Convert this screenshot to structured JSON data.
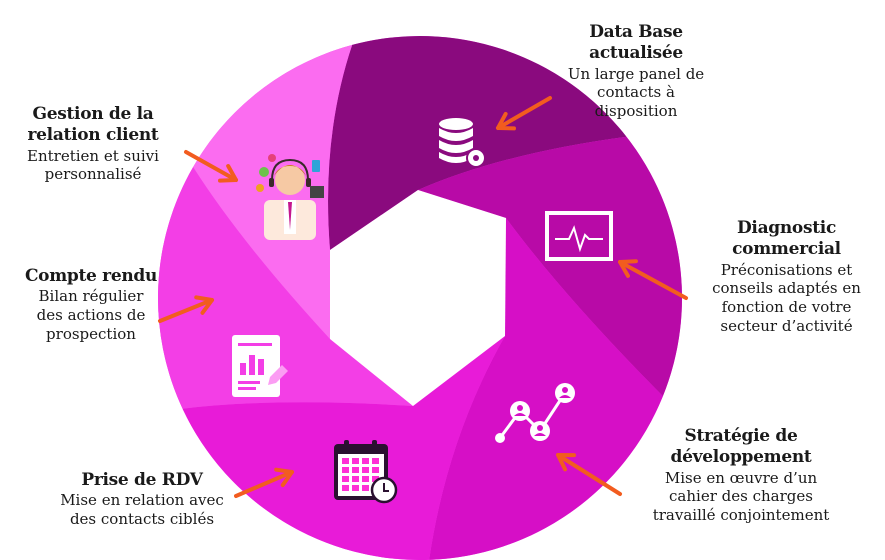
{
  "steps": [
    {
      "title1": "Data Base",
      "title2": "actualisée",
      "desc": [
        "Un large panel de",
        "contacts à",
        "disposition"
      ],
      "icon": "database-gear-icon",
      "color": "#8a0a7e"
    },
    {
      "title1": "Diagnostic",
      "title2": "commercial",
      "desc": [
        "Préconisations et",
        "conseils adaptés en",
        "fonction de votre",
        "secteur d’activité"
      ],
      "icon": "heartbeat-monitor-icon",
      "color": "#b80aa7"
    },
    {
      "title1": "Stratégie de",
      "title2": "développement",
      "desc": [
        "Mise en œuvre d’un",
        "cahier des charges",
        "travaillé conjointement"
      ],
      "icon": "network-people-icon",
      "color": "#d60fc6"
    },
    {
      "title1": "Prise de RDV",
      "title2": "",
      "desc": [
        "Mise en relation avec",
        "des contacts ciblés"
      ],
      "icon": "calendar-clock-icon",
      "color": "#e81bd8"
    },
    {
      "title1": "Compte rendu",
      "title2": "",
      "desc": [
        "Bilan régulier",
        "des actions de",
        "prospection"
      ],
      "icon": "report-chart-icon",
      "color": "#f33ee6"
    },
    {
      "title1": "Gestion de la",
      "title2": "relation client",
      "desc": [
        "Entretien et suivi",
        "personnalisé"
      ],
      "icon": "customer-service-agent-icon",
      "color": "#fb6cf0"
    }
  ],
  "arrow_color": "#f25c1f"
}
